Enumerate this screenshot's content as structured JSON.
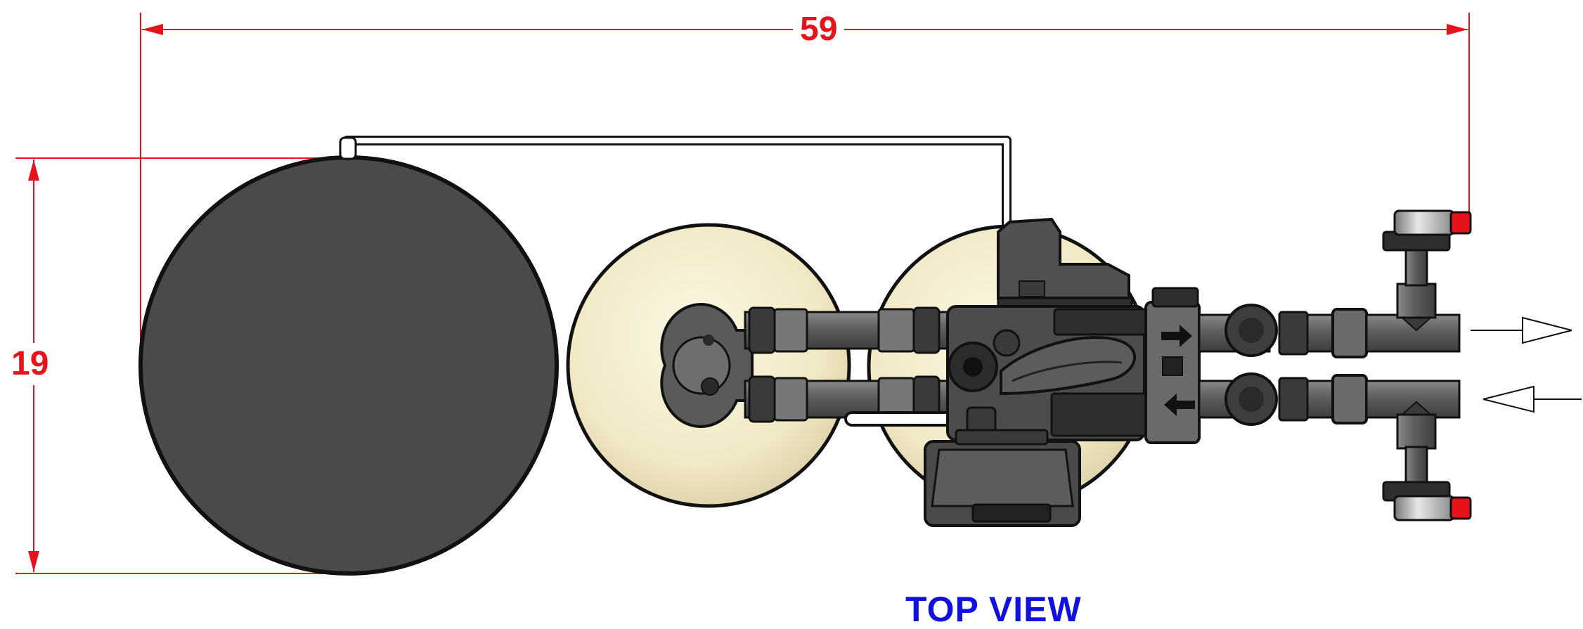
{
  "dimensions": {
    "overall_width": "59",
    "overall_height": "19",
    "dimension_color": "#e8121a"
  },
  "view": {
    "title": "TOP VIEW",
    "title_color": "#1010e0"
  },
  "components": {
    "brine_tank_color": "#4a4a4a",
    "media_tank_color": "#f3ecc8",
    "plumbing_color": "#6b6b6b",
    "flow_arrows": [
      "in",
      "out"
    ]
  }
}
